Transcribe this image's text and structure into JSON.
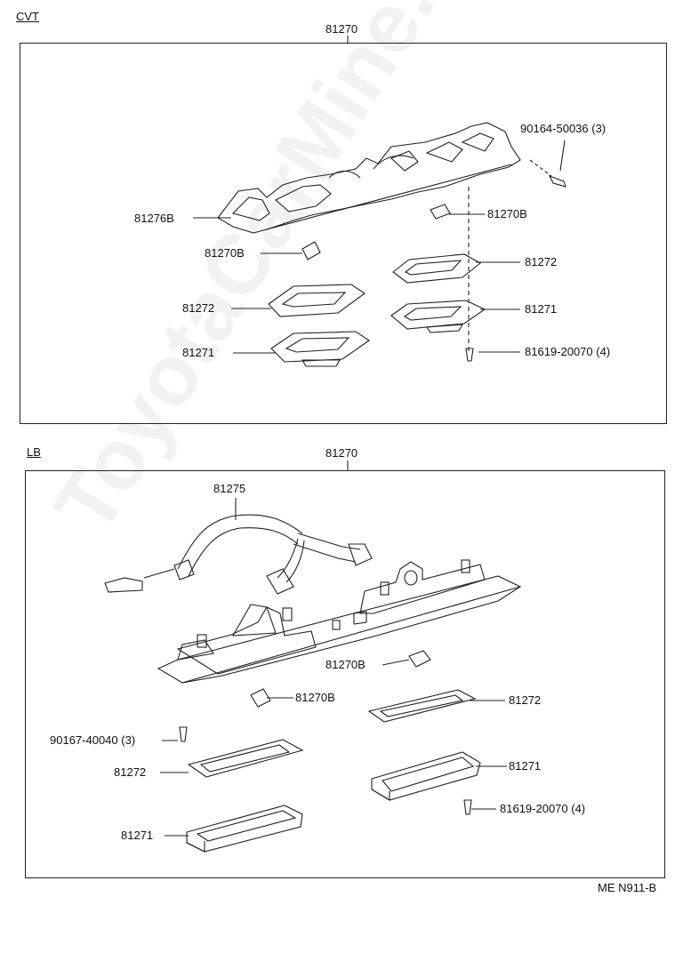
{
  "cvt": {
    "section": "CVT",
    "assembly": "81270",
    "labels": {
      "screw_top": "90164-50036 (3)",
      "socket": "81276B",
      "bulb_left": "81270B",
      "bulb_right": "81270B",
      "gasket_left": "81272",
      "gasket_right": "81272",
      "lens_left": "81271",
      "lens_right": "81271",
      "screw_bottom": "81619-20070 (4)"
    }
  },
  "lb": {
    "section": "LB",
    "assembly": "81270",
    "labels": {
      "wire": "81275",
      "bulb_right": "81270B",
      "bulb_left": "81270B",
      "gasket_right": "81272",
      "screw_left": "90167-40040 (3)",
      "gasket_left": "81272",
      "lens_right": "81271",
      "screw_right": "81619-20070 (4)",
      "lens_left": "81271"
    }
  },
  "footer": {
    "code": "ME N911-B"
  },
  "watermark": "ToyotaCarMine.ru"
}
